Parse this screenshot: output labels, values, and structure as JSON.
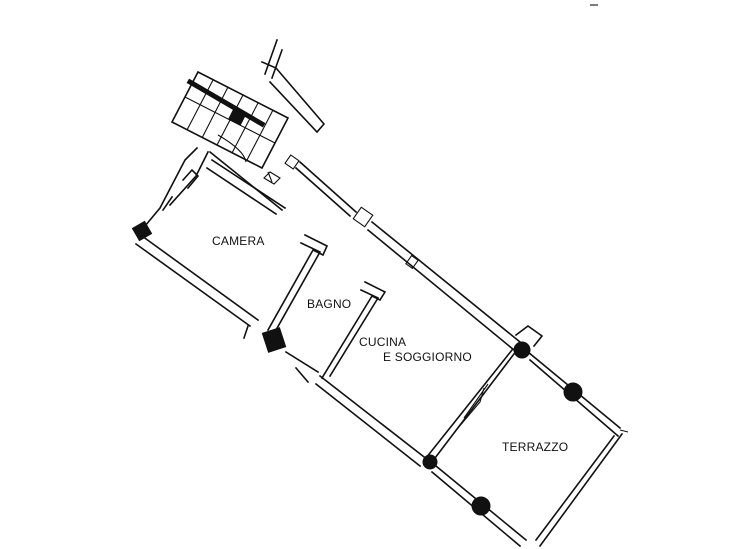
{
  "rooms": {
    "camera": "CAMERA",
    "bagno": "BAGNO",
    "cucina": "CUCINA",
    "soggiorno": "E SOGGIORNO",
    "terrazzo": "TERRAZZO"
  }
}
